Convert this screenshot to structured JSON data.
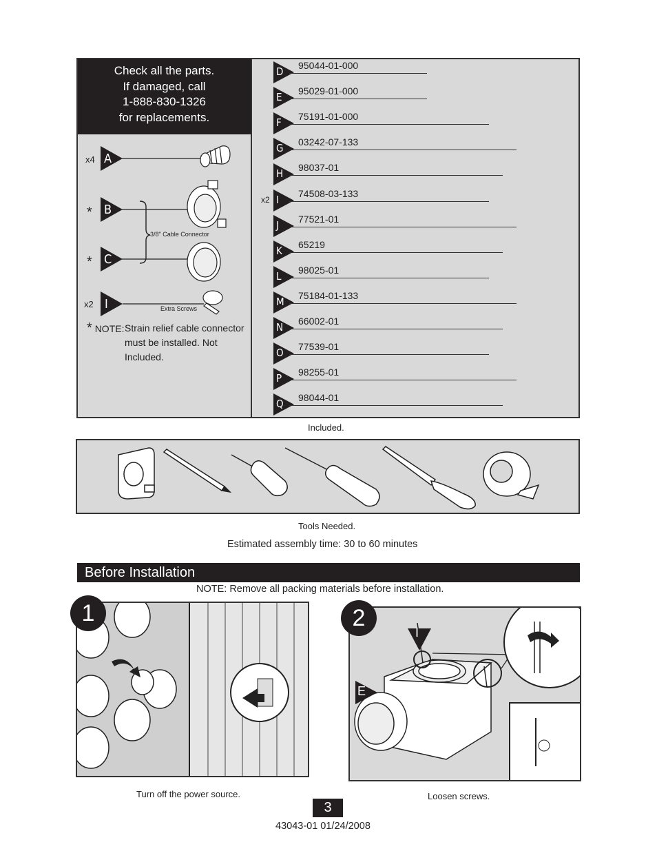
{
  "parts": {
    "check_text_lines": [
      "Check all the parts.",
      "If damaged, call",
      "1-888-830-1326",
      "for replacements."
    ],
    "left_items": [
      {
        "letter": "A",
        "qty": "x4",
        "note": ""
      },
      {
        "letter": "B",
        "qty": "*",
        "note": ""
      },
      {
        "letter": "C",
        "qty": "*",
        "note": ""
      },
      {
        "letter": "I",
        "qty": "x2",
        "note": "Extra Screws"
      }
    ],
    "bracket_label": "3/8\" Cable Connector",
    "note_marker": "*",
    "note_prefix": "NOTE:",
    "note_lines": [
      "Strain relief cable connector",
      "must be installed. Not",
      "Included."
    ],
    "right_items": [
      {
        "letter": "D",
        "number": "95044-01-000",
        "qty": ""
      },
      {
        "letter": "E",
        "number": "95029-01-000",
        "qty": ""
      },
      {
        "letter": "F",
        "number": "75191-01-000",
        "qty": ""
      },
      {
        "letter": "G",
        "number": "03242-07-133",
        "qty": ""
      },
      {
        "letter": "H",
        "number": "98037-01",
        "qty": ""
      },
      {
        "letter": "I",
        "number": "74508-03-133",
        "qty": "x2"
      },
      {
        "letter": "J",
        "number": "77521-01",
        "qty": ""
      },
      {
        "letter": "K",
        "number": "65219",
        "qty": ""
      },
      {
        "letter": "L",
        "number": "98025-01",
        "qty": ""
      },
      {
        "letter": "M",
        "number": "75184-01-133",
        "qty": ""
      },
      {
        "letter": "N",
        "number": "66002-01",
        "qty": ""
      },
      {
        "letter": "O",
        "number": "77539-01",
        "qty": ""
      },
      {
        "letter": "P",
        "number": "98255-01",
        "qty": ""
      },
      {
        "letter": "Q",
        "number": "98044-01",
        "qty": ""
      }
    ],
    "caption": "Included."
  },
  "tools": {
    "icons": [
      "tape-measure-icon",
      "pencil-icon",
      "screwdriver-phillips-icon",
      "screwdriver-flat-icon",
      "keyhole-saw-icon",
      "electrical-tape-icon"
    ],
    "caption": "Tools Needed."
  },
  "assembly_time": "Estimated assembly time: 30 to 60 minutes",
  "section": {
    "title": "Before Installation",
    "note": "NOTE: Remove all packing materials before installation."
  },
  "steps": [
    {
      "number": "1",
      "caption": "Turn off the power source."
    },
    {
      "number": "2",
      "caption": "Loosen screws.",
      "labels": [
        "I",
        "E"
      ]
    }
  ],
  "footer": {
    "page_number": "3",
    "doc_id": "43043-01  01/24/2008"
  },
  "colors": {
    "dark": "#231f20",
    "panel": "#d9d9d9"
  }
}
